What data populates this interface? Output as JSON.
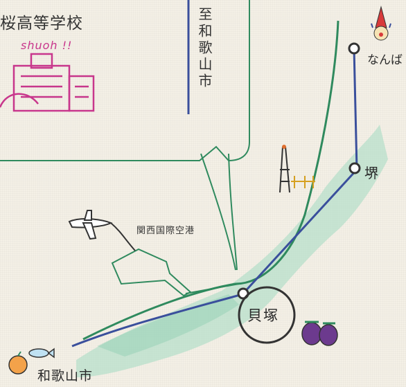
{
  "school": {
    "name": "桜高等学校",
    "logo_text": "shuoh",
    "logo_marks": "!!"
  },
  "direction_label": "至和歌山市",
  "stations": {
    "namba": "なんば",
    "sakai": "堺",
    "kaizuka": "貝塚",
    "wakayama": "和歌山市"
  },
  "airport": {
    "label": "関西国際空港"
  },
  "colors": {
    "rail_line": "#3a4f9c",
    "coast_line": "#2f8a5e",
    "sea_fill": "#a9dcc4",
    "callout_border": "#2f8a5e",
    "logo_color": "#c8368c",
    "station_dot": "#333333"
  },
  "icons": [
    "school-building-icon",
    "clown-icon",
    "tower-icon",
    "airplane-icon",
    "fish-icon",
    "orange-icon",
    "eggplant-icon"
  ]
}
